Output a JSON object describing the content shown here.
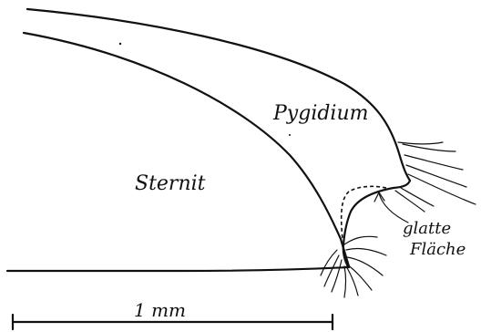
{
  "labels": {
    "sternit": "Sternit",
    "pygidium": "Pygidium",
    "glatte": "glatte",
    "flaeche": "Fläche",
    "scale": "1 mm"
  },
  "colors": {
    "ink": "#111111",
    "paper": "#ffffff"
  }
}
